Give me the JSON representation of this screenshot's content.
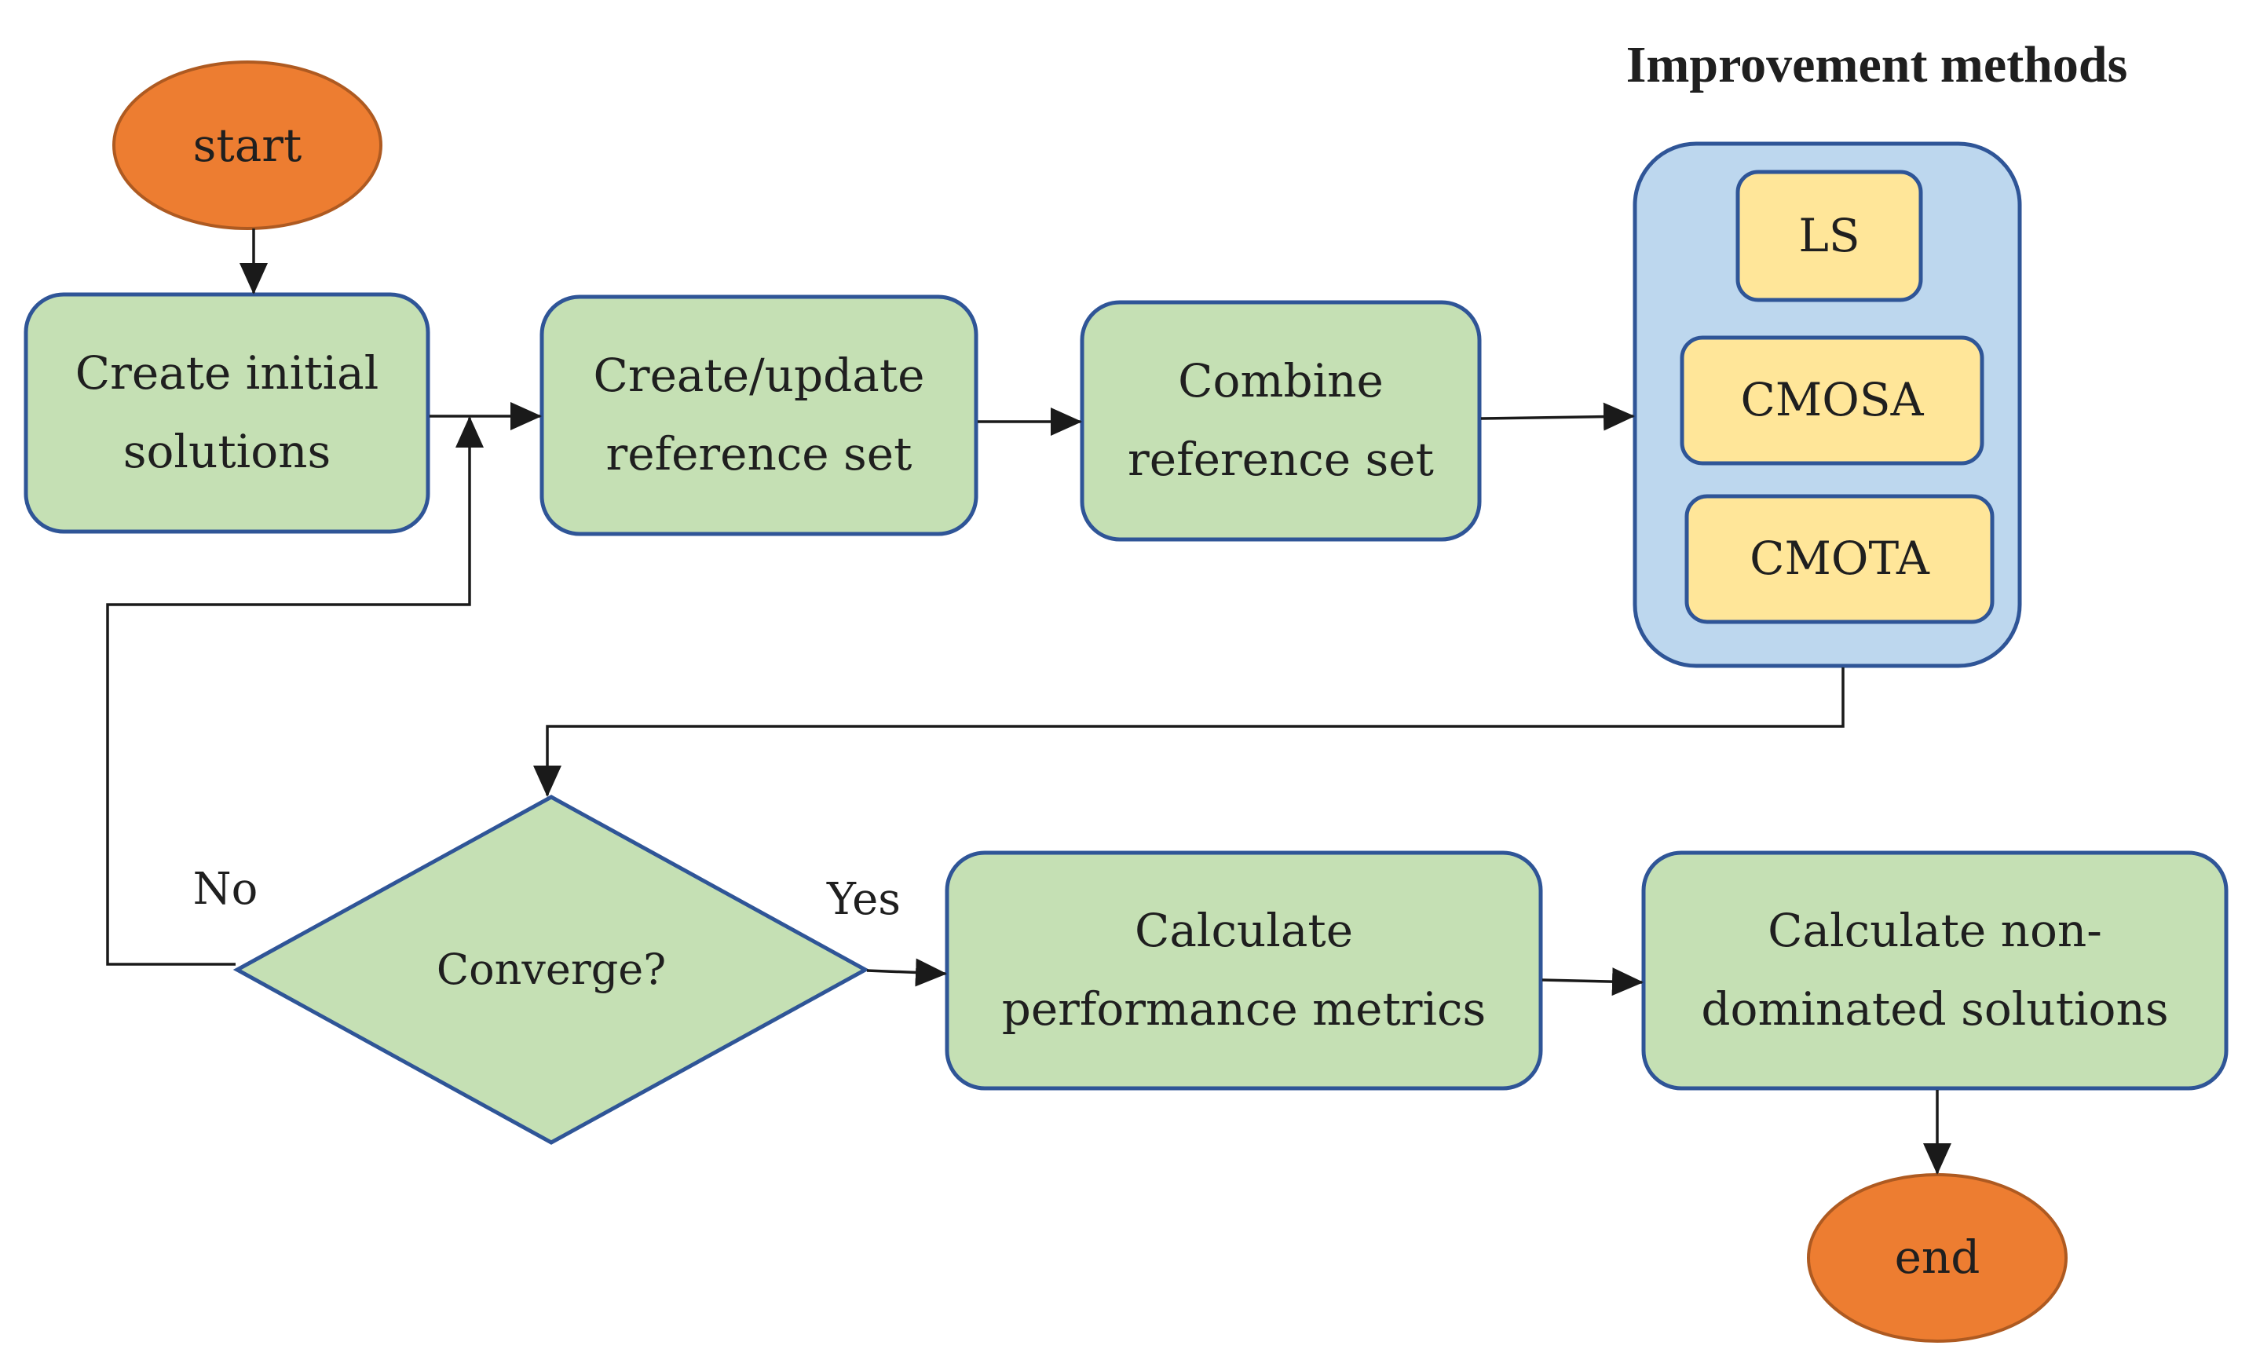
{
  "title": "Improvement methods",
  "colors": {
    "terminal_fill": "#ED7D31",
    "terminal_stroke": "#AE5A21",
    "process_fill": "#C5E0B4",
    "process_stroke": "#2F5597",
    "group_fill": "#BDD7EE",
    "method_fill": "#FFE699",
    "line": "#1a1a1a"
  },
  "nodes": {
    "start": "start",
    "create_initial": "Create initial\nsolutions",
    "create_update": "Create/update\nreference set",
    "combine": "Combine\nreference set",
    "ls": "LS",
    "cmosa": "CMOSA",
    "cmota": "CMOTA",
    "converge": "Converge?",
    "calc_perf": "Calculate\nperformance metrics",
    "calc_nondom": "Calculate non-\ndominated solutions",
    "end": "end"
  },
  "edge_labels": {
    "no": "No",
    "yes": "Yes"
  }
}
